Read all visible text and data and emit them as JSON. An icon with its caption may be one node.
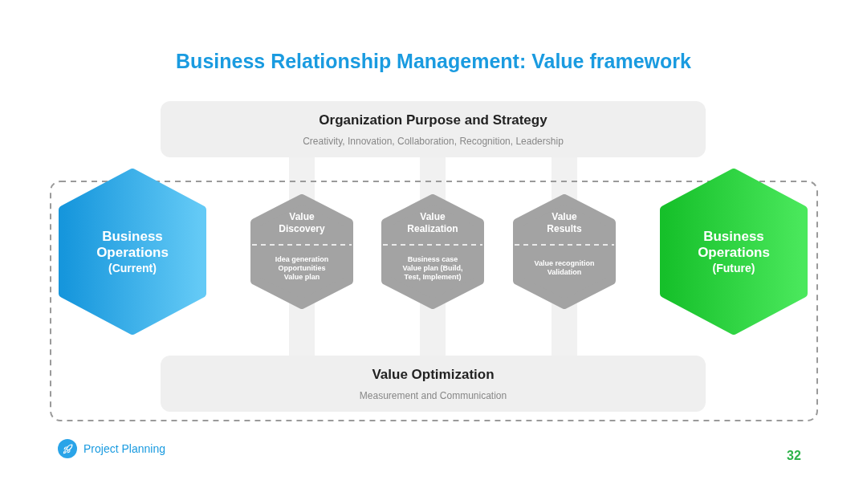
{
  "diagram": {
    "title": "Business Relationship Management: Value framework",
    "nodes": [
      {
        "text": [
          "Organization Purpose and Strategy",
          "Creativity, Innovation, Collaboration, Recognition, Leadership"
        ]
      },
      {
        "text": [
          "Business Operations",
          "(Current)"
        ]
      },
      {
        "text": [
          "Value Discovery",
          "Idea generation Opportunities Value plan"
        ]
      },
      {
        "text": [
          "Value Realization",
          "Business case Value plan (Build, Test, Implement)"
        ]
      },
      {
        "text": [
          "Value Results",
          "Value recognition Validation"
        ]
      },
      {
        "text": [
          "Business Operations",
          "(Future)"
        ]
      },
      {
        "text": [
          "Value Optimization",
          "Measurement and Communication"
        ]
      }
    ],
    "labels": [
      "Project Planning",
      "32"
    ]
  }
}
